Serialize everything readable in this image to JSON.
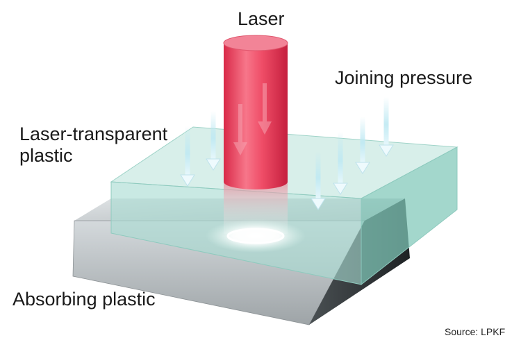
{
  "labels": {
    "laser": "Laser",
    "joining_pressure": "Joining pressure",
    "laser_transparent_line1": "Laser-transparent",
    "laser_transparent_line2": "plastic",
    "absorbing_plastic": "Absorbing plastic",
    "source": "Source: LPKF"
  },
  "colors": {
    "laser_beam": "#ee3f5c",
    "transparent_plastic": "#a8dcd2",
    "absorbing_top": "#c9cfd2",
    "absorbing_front": "#b7bdc0",
    "absorbing_side": "#2f3437",
    "pressure_arrow": "#bfe9f3",
    "weld_glow": "#ffffff"
  },
  "icons": [
    "pressure-arrow-icon",
    "weld-spot-glow"
  ]
}
